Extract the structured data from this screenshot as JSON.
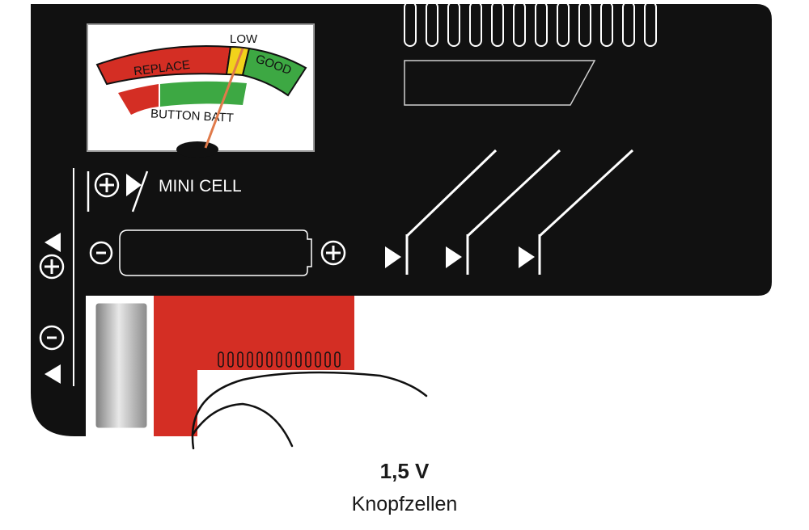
{
  "meter": {
    "replace_label": "REPLACE",
    "low_label": "LOW",
    "good_label": "GOOD",
    "button_batt_label": "BUTTON BATT",
    "colors": {
      "replace": "#d42e24",
      "low": "#f2d21b",
      "good": "#3da843",
      "needle": "#e07a4a"
    }
  },
  "mini_cell_label": "MINI CELL",
  "caption": {
    "voltage": "1,5 V",
    "type": "Knopfzellen"
  },
  "colors": {
    "panel": "#111111",
    "slider": "#d42e24",
    "contact": "#b5b5b5"
  }
}
